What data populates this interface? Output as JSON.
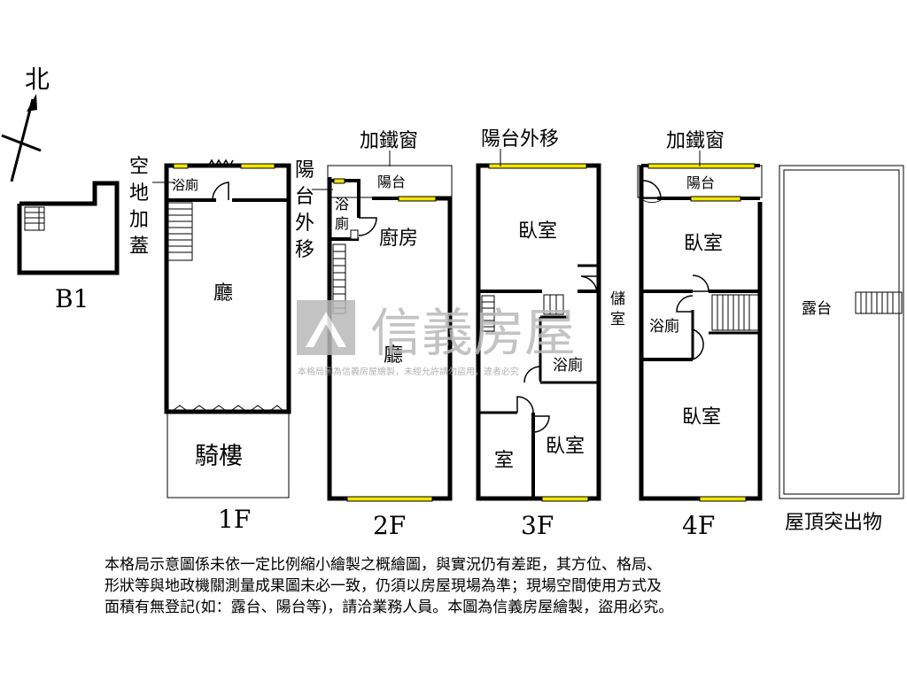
{
  "compass": {
    "north": "北"
  },
  "floors": {
    "b1": {
      "label": "B1"
    },
    "f1": {
      "label": "1F",
      "rooms": {
        "hall": "廳",
        "bath": "浴廁",
        "arcade": "騎樓"
      },
      "note_lines": [
        "空",
        "地",
        "加",
        "蓋"
      ]
    },
    "f2": {
      "label": "2F",
      "top_note": "加鐵窗",
      "rooms": {
        "balcony": "陽台",
        "bath_lines": [
          "浴",
          "廁"
        ],
        "kitchen": "廚房",
        "hall": "廳"
      },
      "side_note_lines": [
        "陽",
        "台",
        "外",
        "移"
      ]
    },
    "f3": {
      "label": "3F",
      "top_note": "陽台外移",
      "rooms": {
        "bedroom_front": "臥室",
        "storage_lines": [
          "儲",
          "室"
        ],
        "bath": "浴廁",
        "room": "室",
        "bedroom_back": "臥室"
      }
    },
    "f4": {
      "label": "4F",
      "top_note": "加鐵窗",
      "rooms": {
        "balcony": "陽台",
        "bedroom_front": "臥室",
        "bath": "浴廁",
        "bedroom_back": "臥室"
      }
    },
    "roof": {
      "label": "屋頂突出物",
      "rooms": {
        "terrace": "露台"
      }
    }
  },
  "watermark": {
    "brand": "信義房屋",
    "caption": "本格局圖為信義房屋繪製，未經允許請勿盜用，違者必究"
  },
  "colors": {
    "wall": "#000000",
    "window": "#f2e600",
    "watermark": "#b9b9b9"
  },
  "disclaimer": [
    "本格局示意圖係未依一定比例縮小繪製之概繪圖，與實況仍有差距，其方位、格局、",
    "形狀等與地政機關測量成果圖未必一致，仍須以房屋現場為準；現場空間使用方式及",
    "面積有無登記(如：露台、陽台等)，請洽業務人員。本圖為信義房屋繪製，盜用必究。"
  ]
}
